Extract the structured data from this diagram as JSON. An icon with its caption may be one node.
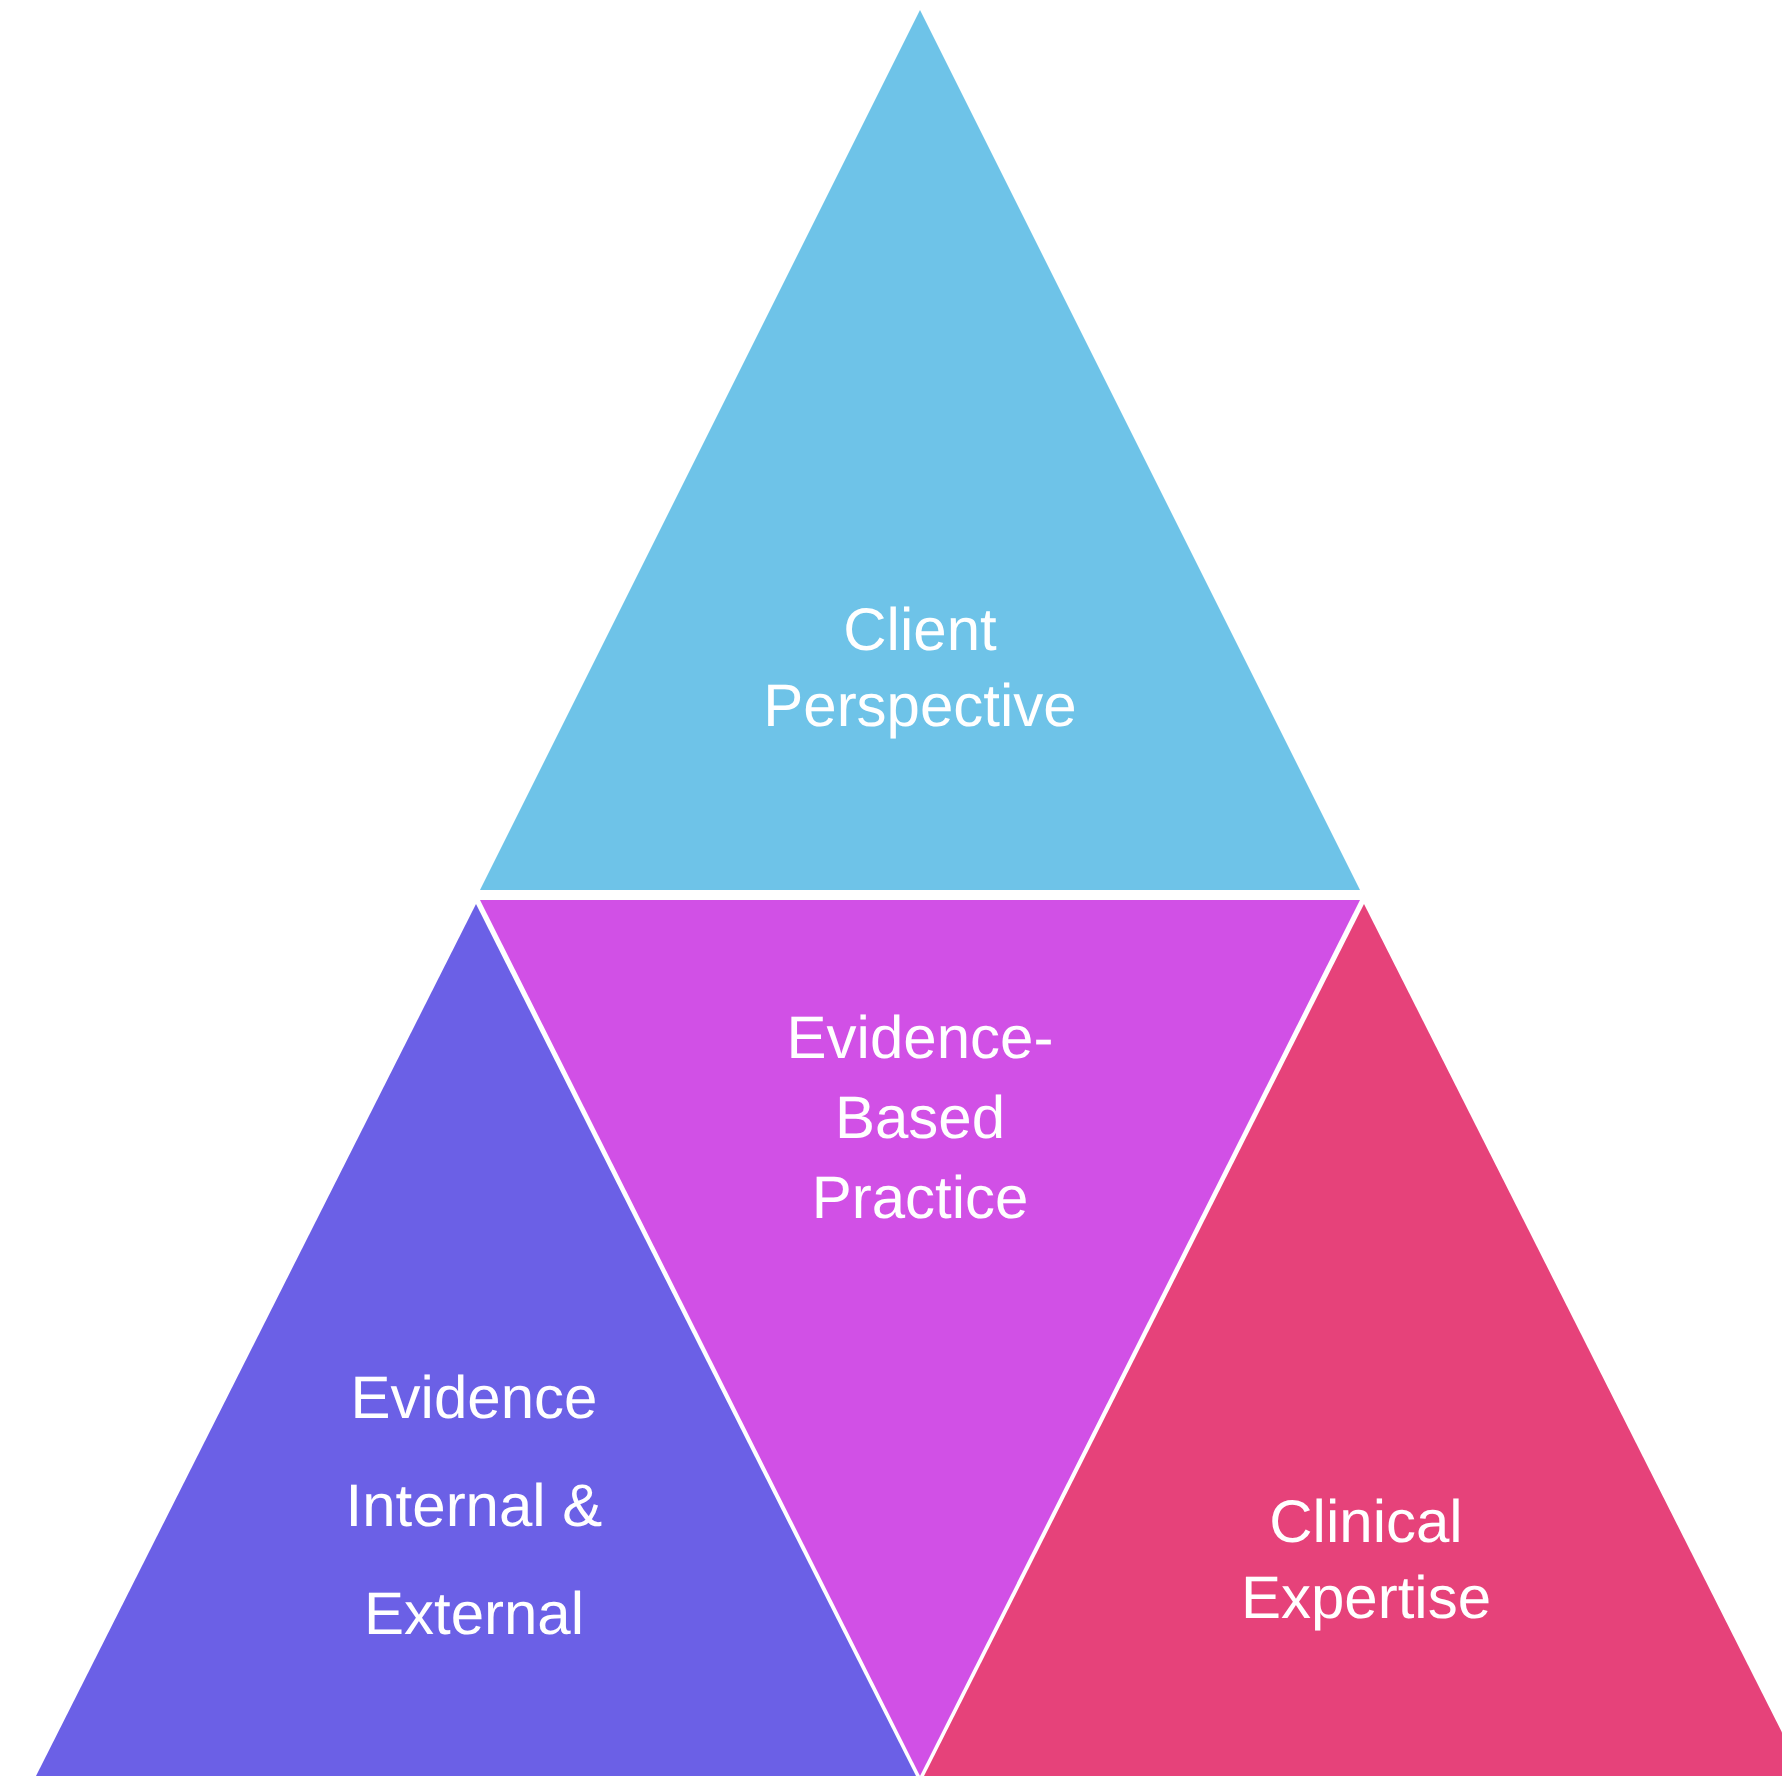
{
  "diagram": {
    "nodes": [
      {
        "text": [
          "Client Perspective"
        ]
      },
      {
        "text": [
          "Evidence- Based Practice"
        ]
      },
      {
        "text": [
          "Evidence Internal & External"
        ]
      },
      {
        "text": [
          "Clinical Expertise"
        ]
      }
    ]
  }
}
